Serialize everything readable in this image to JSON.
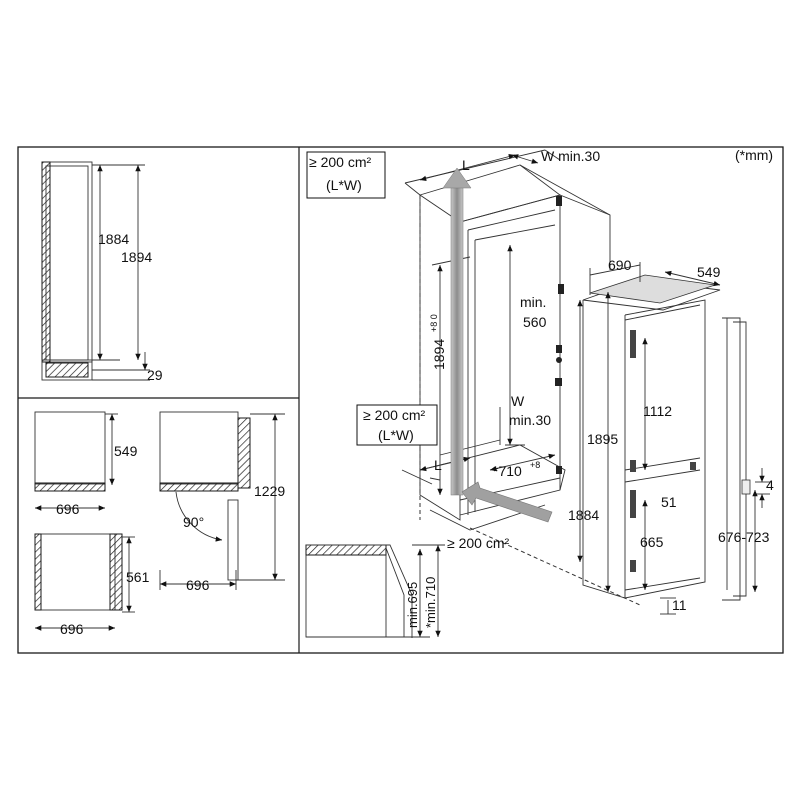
{
  "unit_note": "(*mm)",
  "left_panel": {
    "side_view": {
      "height_outer": "1884",
      "height_inner": "1894",
      "plinth": "29"
    },
    "top_views": {
      "small_depth": "549",
      "small_width": "696",
      "door_opening_height": "1229",
      "door_angle": "90°",
      "door_width": "696",
      "bottom_depth": "561",
      "bottom_width": "696"
    },
    "vent_detail": {
      "min_695": "min.695",
      "min_710": "*min.710"
    }
  },
  "right_panel": {
    "top_vent_area": "≥ 200 cm²",
    "top_vent_area_sub": "(L*W)",
    "L_top": "L",
    "W_top": "W min.30",
    "niche_height": "1894",
    "niche_height_tol": "+8 0",
    "min_560": "min.",
    "min_560_val": "560",
    "mid_vent_area": "≥ 200 cm²",
    "mid_vent_area_sub": "(L*W)",
    "W_mid": "W",
    "W_mid_val": "min.30",
    "L_bottom": "L",
    "niche_depth": "*710",
    "niche_depth_tol": "+8",
    "bottom_vent_area": "≥ 200 cm²",
    "appliance_height_total": "1895",
    "appliance_height_niche": "1884",
    "appliance_width": "690",
    "appliance_depth": "549",
    "upper_door": "1112",
    "gap": "51",
    "lower_door": "665",
    "bottom_gap": "11",
    "door_rail_gap": "4",
    "door_rail_range": "676-723"
  }
}
